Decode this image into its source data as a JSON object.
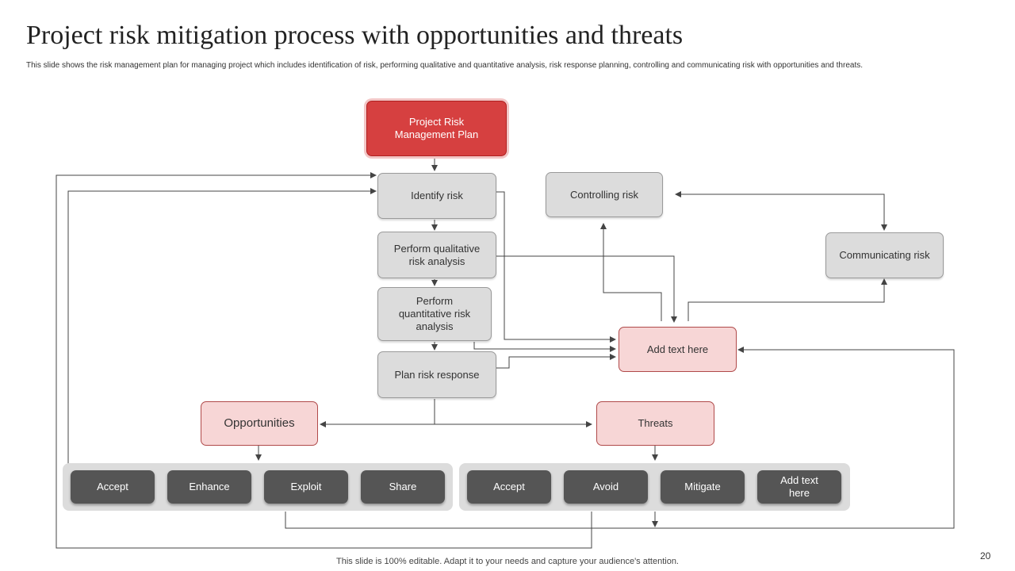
{
  "title": "Project risk mitigation process with opportunities and threats",
  "subtitle": "This slide shows the risk management  plan for managing  project which includes identification of risk, performing qualitative and quantitative analysis, risk response planning, controlling and communicating risk with opportunities and threats.",
  "nodes": {
    "plan": "Project Risk\nManagement  Plan",
    "identify": "Identify risk",
    "qualitative": "Perform  qualitative\nrisk analysis",
    "quantitative": "Perform\nquantitative  risk\nanalysis",
    "response": "Plan risk response",
    "controlling": "Controlling risk",
    "communicating": "Communicating risk",
    "add_text": "Add text here",
    "opportunities": "Opportunities",
    "threats": "Threats"
  },
  "opportunity_actions": [
    "Accept",
    "Enhance",
    "Exploit",
    "Share"
  ],
  "threat_actions": [
    "Accept",
    "Avoid",
    "Mitigate",
    "Add text\nhere"
  ],
  "footer": "This slide is 100% editable. Adapt it to your needs and capture your audience's attention.",
  "page_number": "20",
  "colors": {
    "primary_red": "#d64040",
    "light_pink": "#f7d6d6",
    "gray_box": "#dcdcdc",
    "dark_button": "#555555",
    "connector": "#444444"
  }
}
